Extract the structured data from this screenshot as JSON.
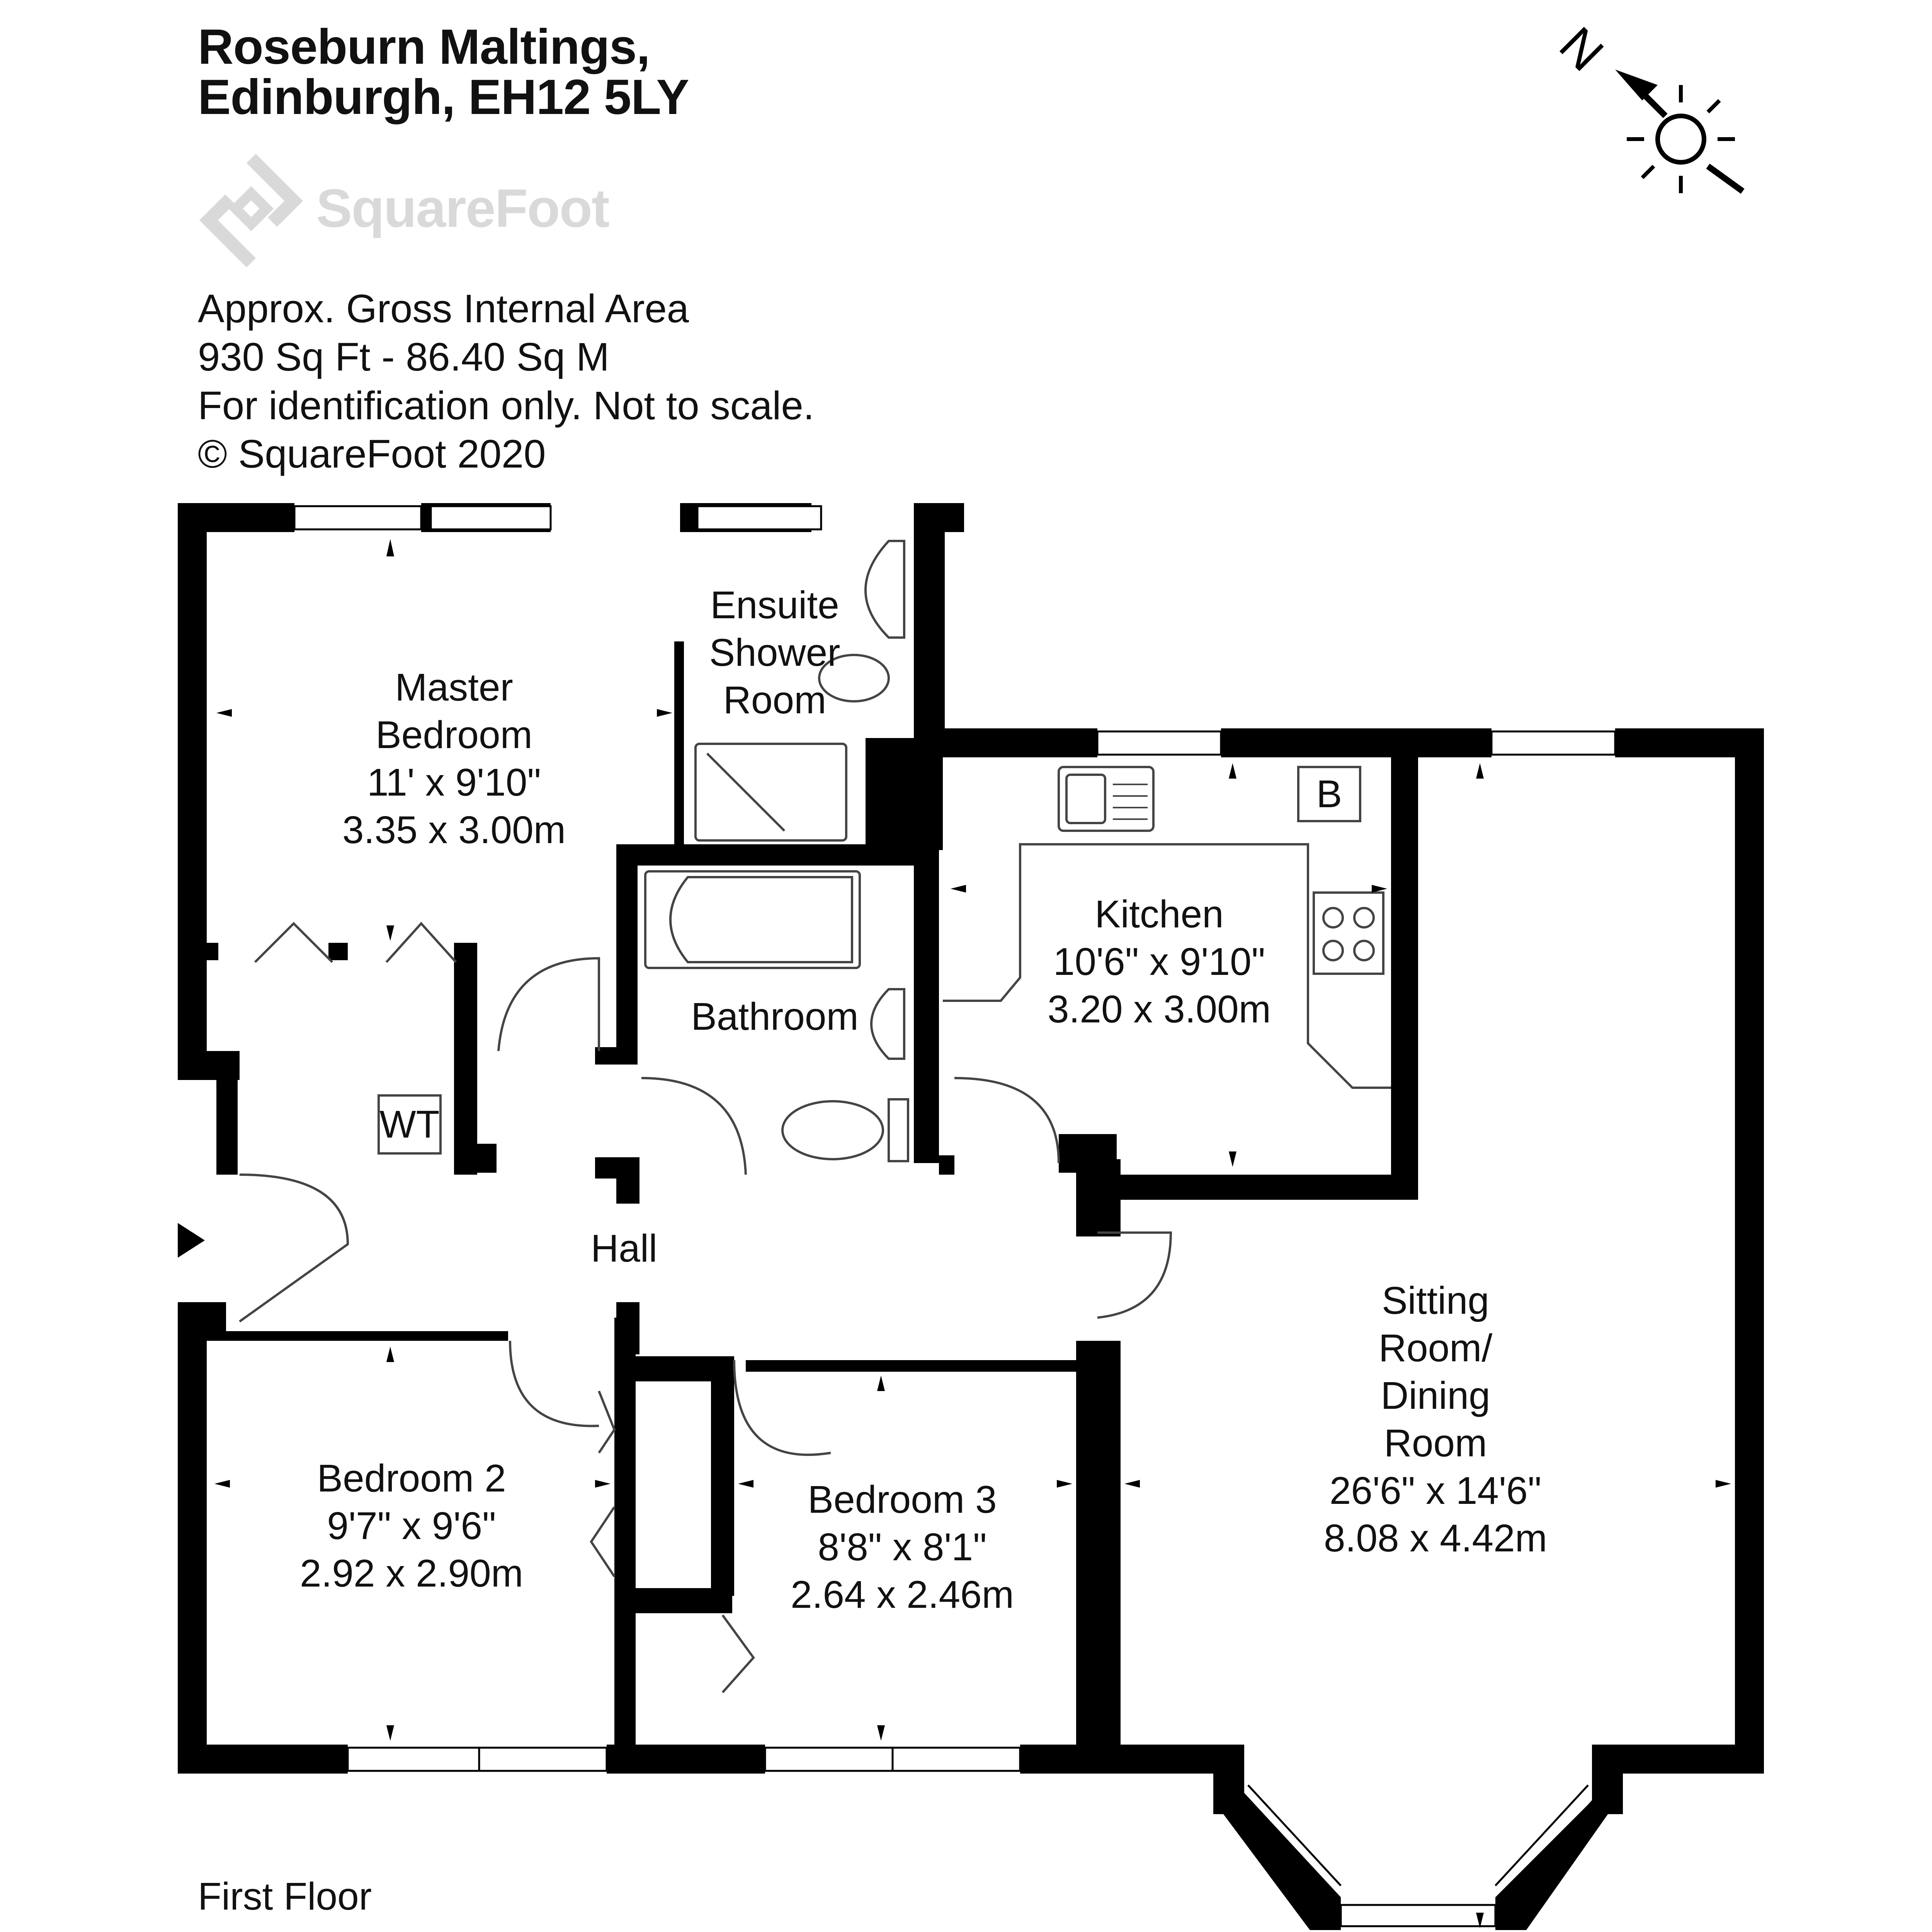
{
  "header": {
    "title_line1": "Roseburn Maltings,",
    "title_line2": "Edinburgh, EH12 5LY"
  },
  "logo": {
    "text": "SquareFoot",
    "icon": "squarefoot-logo-icon"
  },
  "info": {
    "line1": "Approx. Gross Internal Area",
    "line2": "930 Sq Ft  -  86.40 Sq M",
    "line3": "For identification only. Not to scale.",
    "line4": "© SquareFoot 2020"
  },
  "compass": {
    "letter": "N",
    "icon": "north-arrow-sun-icon"
  },
  "rooms": {
    "master": {
      "l1": "Master",
      "l2": "Bedroom",
      "l3": "11' x 9'10\"",
      "l4": "3.35 x 3.00m"
    },
    "ensuite": {
      "l1": "Ensuite",
      "l2": "Shower",
      "l3": "Room"
    },
    "bathroom": {
      "l1": "Bathroom"
    },
    "kitchen": {
      "l1": "Kitchen",
      "l2": "10'6\" x 9'10\"",
      "l3": "3.20 x 3.00m"
    },
    "hall": {
      "l1": "Hall"
    },
    "sitting": {
      "l1": "Sitting",
      "l2": "Room/",
      "l3": "Dining",
      "l4": "Room",
      "l5": "26'6\" x 14'6\"",
      "l6": "8.08 x 4.42m"
    },
    "bedroom2": {
      "l1": "Bedroom 2",
      "l2": "9'7\" x 9'6\"",
      "l3": "2.92 x 2.90m"
    },
    "bedroom3": {
      "l1": "Bedroom 3",
      "l2": "8'8\" x 8'1\"",
      "l3": "2.64 x 2.46m"
    }
  },
  "fixtures": {
    "wt": "WT",
    "boiler": "B"
  },
  "floor": {
    "label": "First Floor"
  },
  "colors": {
    "wall": "#000000",
    "logo": "#d9d9d9",
    "line": "#555555"
  }
}
